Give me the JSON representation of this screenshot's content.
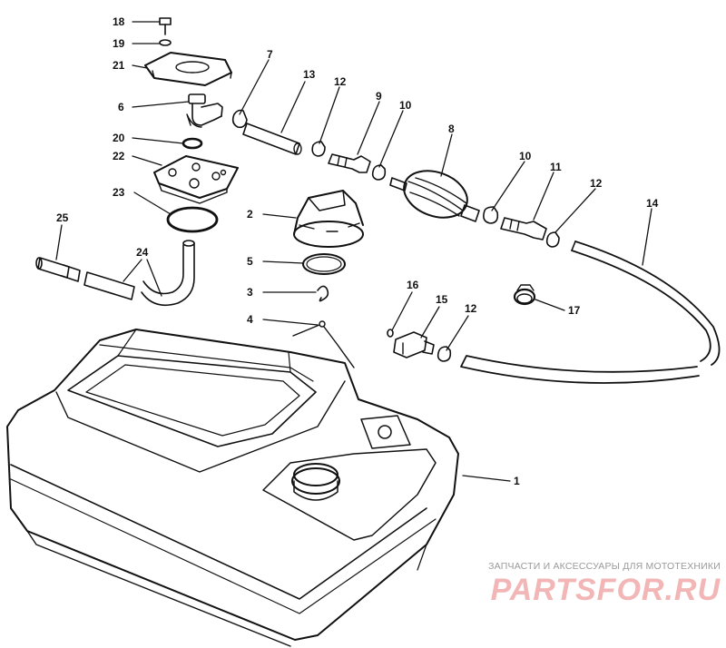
{
  "callouts": [
    {
      "id": "18",
      "text": "18"
    },
    {
      "id": "19",
      "text": "19"
    },
    {
      "id": "21",
      "text": "21"
    },
    {
      "id": "6",
      "text": "6"
    },
    {
      "id": "20",
      "text": "20"
    },
    {
      "id": "22",
      "text": "22"
    },
    {
      "id": "23",
      "text": "23"
    },
    {
      "id": "25",
      "text": "25"
    },
    {
      "id": "24",
      "text": "24"
    },
    {
      "id": "7",
      "text": "7"
    },
    {
      "id": "13",
      "text": "13"
    },
    {
      "id": "12a",
      "text": "12"
    },
    {
      "id": "9",
      "text": "9"
    },
    {
      "id": "10a",
      "text": "10"
    },
    {
      "id": "8",
      "text": "8"
    },
    {
      "id": "10b",
      "text": "10"
    },
    {
      "id": "11",
      "text": "11"
    },
    {
      "id": "12b",
      "text": "12"
    },
    {
      "id": "14",
      "text": "14"
    },
    {
      "id": "2",
      "text": "2"
    },
    {
      "id": "5",
      "text": "5"
    },
    {
      "id": "3",
      "text": "3"
    },
    {
      "id": "4",
      "text": "4"
    },
    {
      "id": "16",
      "text": "16"
    },
    {
      "id": "15",
      "text": "15"
    },
    {
      "id": "12c",
      "text": "12"
    },
    {
      "id": "17",
      "text": "17"
    },
    {
      "id": "1",
      "text": "1"
    }
  ],
  "watermark": {
    "caption": "ЗАПЧАСТИ И АКСЕССУАРЫ ДЛЯ МОТОТЕХНИКИ",
    "logo_text": "PARTSFOR.RU",
    "color": "#f2b6b6"
  },
  "colors": {
    "line": "#111111",
    "background": "#ffffff"
  }
}
